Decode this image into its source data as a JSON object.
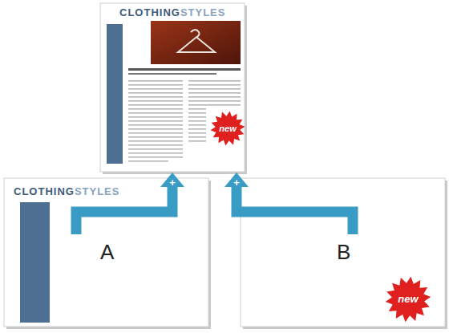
{
  "diagram": {
    "nodes": [
      {
        "text": [
          "CLOTHING",
          "STYLES"
        ]
      },
      {
        "text": [
          "new"
        ],
        "in": 0
      },
      {
        "text": [
          "CLOTHING",
          "STYLES",
          "A"
        ]
      },
      {
        "text": [
          "B"
        ]
      },
      {
        "text": [
          "new"
        ],
        "in": 3
      }
    ],
    "edges": [
      {
        "from": 2,
        "to": 0,
        "arrow": "to",
        "label": "+"
      },
      {
        "from": 3,
        "to": 0,
        "arrow": "to",
        "label": "+"
      }
    ]
  }
}
